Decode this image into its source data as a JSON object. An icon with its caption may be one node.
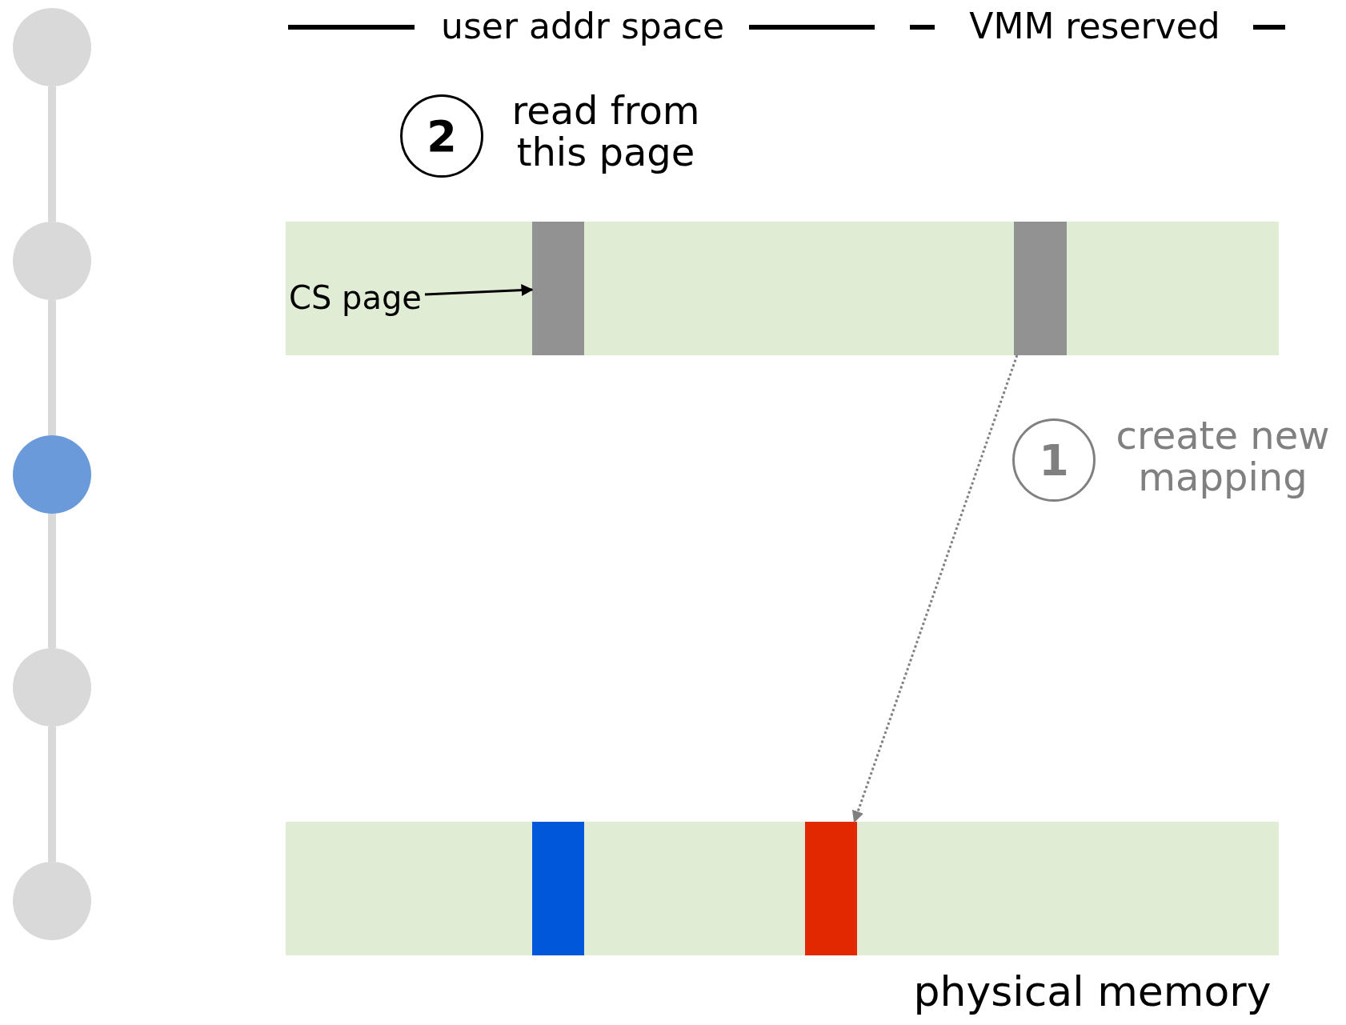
{
  "diagram": {
    "nodes": [
      {
        "text": [],
        "shape": "circle"
      },
      {
        "text": [],
        "shape": "circle"
      },
      {
        "text": [],
        "shape": "circle"
      },
      {
        "text": [],
        "shape": "circle"
      },
      {
        "text": [],
        "shape": "circle"
      },
      {
        "text": [
          "2"
        ],
        "beside": [
          "read from this page"
        ]
      },
      {
        "text": [],
        "shape": "bar"
      },
      {
        "text": [
          "CS page"
        ],
        "in": 6
      },
      {
        "text": [],
        "shape": "bar",
        "in": 6
      },
      {
        "text": [],
        "shape": "bar",
        "in": 6
      },
      {
        "text": [
          "1"
        ],
        "beside": [
          "create new mapping"
        ]
      },
      {
        "text": [],
        "shape": "bar"
      },
      {
        "text": [],
        "shape": "bar",
        "in": 11
      },
      {
        "text": [],
        "shape": "bar",
        "in": 11
      }
    ],
    "edges": [
      {
        "from": 0,
        "to": 1,
        "arrow": "none",
        "color": "#d9d9d9"
      },
      {
        "from": 1,
        "to": 2,
        "arrow": "none",
        "color": "#d9d9d9"
      },
      {
        "from": 2,
        "to": 3,
        "arrow": "none",
        "color": "#d9d9d9"
      },
      {
        "from": 3,
        "to": 4,
        "arrow": "none",
        "color": "#d9d9d9"
      },
      {
        "from": 7,
        "to": 8,
        "arrow": "to",
        "color": "#000000"
      },
      {
        "from": 9,
        "to": 13,
        "arrow": "to",
        "style": "dashed",
        "color": "#808080"
      }
    ],
    "labels": [
      "user addr space",
      "VMM reserved",
      "physical memory"
    ]
  }
}
